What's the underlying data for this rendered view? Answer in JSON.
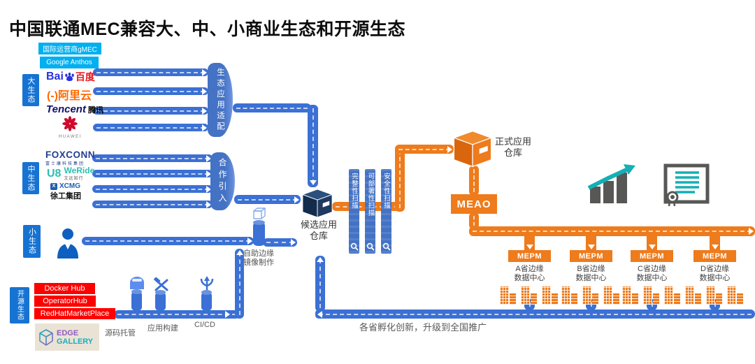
{
  "title": "中国联通MEC兼容大、中、小商业生态和开源生态",
  "colors": {
    "pipe_blue": "#3B70D4",
    "cylinder_blue": "#4472C4",
    "label_blue": "#1673D2",
    "cyan": "#00B0F0",
    "orange": "#EE7B1C",
    "red": "#FE0000",
    "navy_box": "#1F3A5E",
    "teal": "#15AFB4",
    "gray_text": "#595959"
  },
  "eco_labels": {
    "big": "大生态",
    "medium": "中生态",
    "small": "小生态",
    "open": "开源生态"
  },
  "big_eco": {
    "tag1": "国际运营商gMEC",
    "tag2": "Google Anthos",
    "baidu_latin": "Bai",
    "baidu_cn": "百度",
    "ali_mark": "(-)",
    "ali_cn": "阿里云",
    "tencent_latin": "Tencent",
    "tencent_cn": "腾讯",
    "huawei": "HUAWEI"
  },
  "medium_eco": {
    "foxconn": "FOXCONN",
    "foxconn_sub": "富士康科技集团",
    "weride_mark": "U8",
    "weride": "WeRide",
    "weride_sub": "文远知行",
    "xcmg_mark": "X",
    "xcmg": "XCMG",
    "xcmg_sub": "徐工集团"
  },
  "open_eco": {
    "item1": "Docker Hub",
    "item2": "OperatorHub",
    "item3": "RedHatMarketPlace",
    "edge1": "EDGE",
    "edge2": "GALLERY",
    "step1": "源码托管",
    "step2": "应用构建",
    "step3": "CI/CD"
  },
  "nodes": {
    "eco_adapt": "生态应用适配",
    "coop": "合作引入",
    "self_edge1": "自助边缘",
    "self_edge2": "镜像制作",
    "candidate1": "候选应用",
    "candidate2": "仓库",
    "official1": "正式应用",
    "official2": "仓库",
    "scan1": "完整性扫描",
    "scan2": "可部署性扫描",
    "scan3": "安全性扫描",
    "meao": "MEAO",
    "mepm": "MEPM",
    "note": "各省孵化创新，升级到全国推广"
  },
  "provinces": [
    {
      "l1": "A省边缘",
      "l2": "数据中心"
    },
    {
      "l1": "B省边缘",
      "l2": "数据中心"
    },
    {
      "l1": "C省边缘",
      "l2": "数据中心"
    },
    {
      "l1": "D省边缘",
      "l2": "数据中心"
    }
  ]
}
